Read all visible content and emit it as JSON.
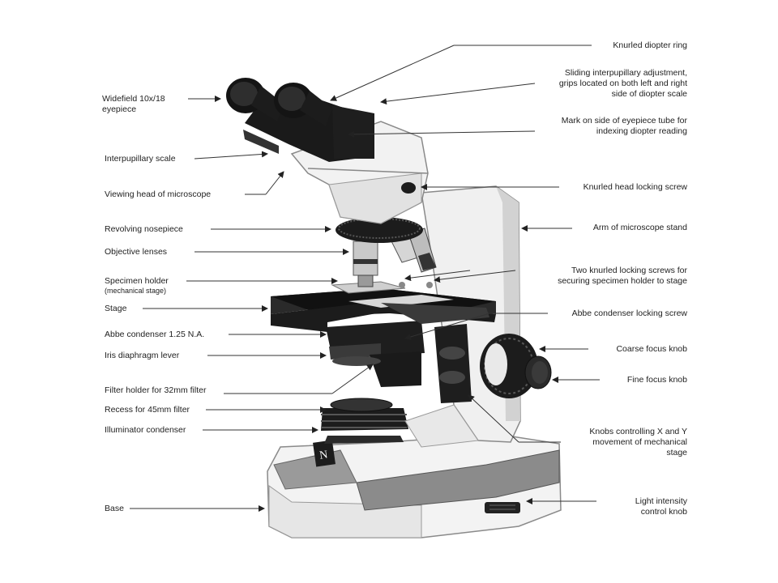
{
  "labels": {
    "widefield_eyepiece": "Widefield 10x/18\neyepiece",
    "interpupillary_scale": "Interpupillary scale",
    "viewing_head": "Viewing head of microscope",
    "revolving_nosepiece": "Revolving nosepiece",
    "objective_lenses": "Objective lenses",
    "specimen_holder": "Specimen holder",
    "mechanical_stage": "(mechanical stage)",
    "stage": "Stage",
    "abbe_condenser": "Abbe condenser 1.25 N.A.",
    "iris_diaphragm_lever": "Iris diaphragm lever",
    "filter_holder": "Filter holder for 32mm filter",
    "recess_filter": "Recess for 45mm filter",
    "illuminator_condenser": "Illuminator condenser",
    "base": "Base",
    "knurled_diopter_ring": "Knurled diopter ring",
    "sliding_interpupillary": "Sliding interpupillary adjustment,\ngrips located on both left and right\nside of diopter scale",
    "mark_eyepiece_tube": "Mark on side of eyepiece tube for\nindexing diopter reading",
    "knurled_head_screw": "Knurled head locking screw",
    "arm_of_stand": "Arm of microscope stand",
    "two_knurled_screws": "Two knurled locking screws for\nsecuring specimen holder to stage",
    "abbe_locking_screw": "Abbe condenser locking screw",
    "coarse_focus": "Coarse focus knob",
    "fine_focus": "Fine focus knob",
    "knobs_xy": "Knobs controlling X and Y\nmovement of mechanical\nstage",
    "light_intensity": "Light intensity\ncontrol knob"
  },
  "colors": {
    "body": "#f2f2f2",
    "body_shade": "#d9d9d9",
    "dark": "#1c1c1c",
    "gray": "#6f6f6f",
    "line": "#333333"
  }
}
